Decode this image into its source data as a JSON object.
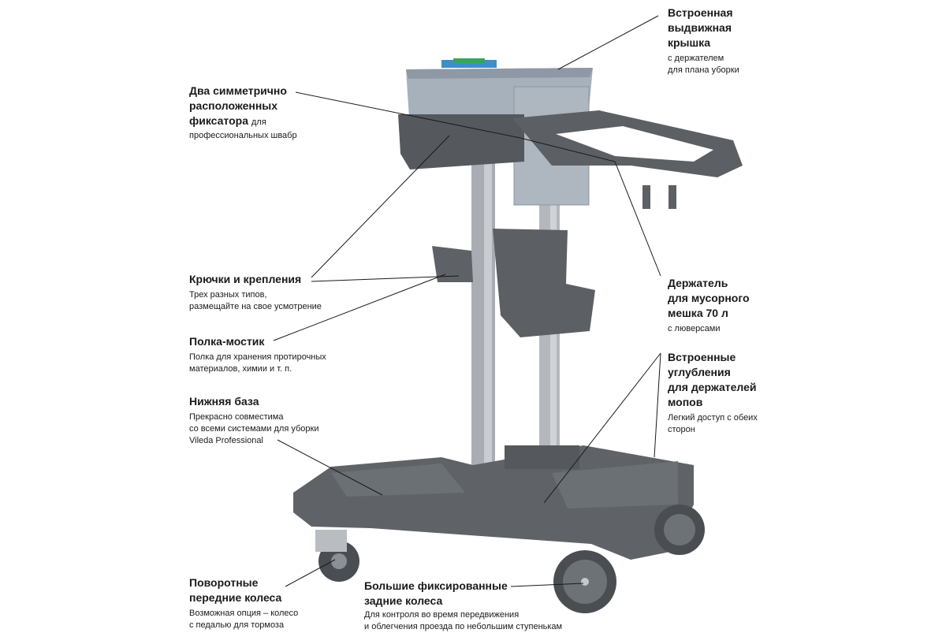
{
  "labels": {
    "lid": {
      "title": "Встроенная\nвыдвижная\nкрышка",
      "desc": "с держателем\nдля плана уборки"
    },
    "clamps": {
      "title": "Два симметрично\nрасположенных\nфиксатора",
      "inline": "для",
      "desc": "профессиональных швабр"
    },
    "hooks": {
      "title": "Крючки и крепления",
      "desc": "Трех разных типов,\nразмещайте на свое усмотрение"
    },
    "shelf": {
      "title": "Полка-мостик",
      "desc": "Полка для хранения протирочных\nматериалов, химии и т. п."
    },
    "base": {
      "title": "Нижняя база",
      "desc": "Прекрасно совместима\nсо всеми системами для уборки\nVileda Professional"
    },
    "bag": {
      "title": "Держатель\nдля мусорного\nмешка 70 л",
      "desc": "с люверсами"
    },
    "recesses": {
      "title": "Встроенные\nуглубления\nдля держателей\nмопов",
      "desc": "Легкий доступ с обеих\nсторон"
    },
    "front_wheels": {
      "title": "Поворотные\nпередние колеса",
      "desc": "Возможная опция – колесо\nс педалью для тормоза"
    },
    "rear_wheels": {
      "title": "Большие фиксированные\nзадние колеса",
      "desc": "Для контроля во время передвижения\nи облегчения проезда по небольшим ступенькам"
    }
  }
}
